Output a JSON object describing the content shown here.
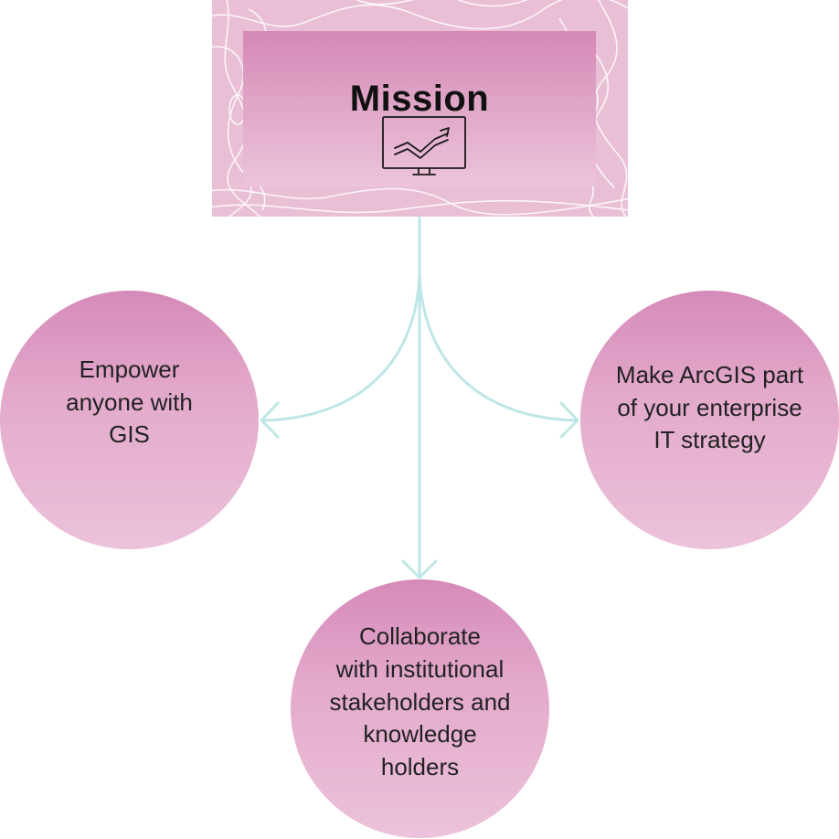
{
  "mission": {
    "title": "Mission",
    "icon": "monitor-trend-icon"
  },
  "goals": [
    {
      "id": "left",
      "label": "Empower\nanyone with\nGIS"
    },
    {
      "id": "right",
      "label": "Make ArcGIS part\nof your enterprise\nIT strategy"
    },
    {
      "id": "bottom",
      "label": "Collaborate\nwith institutional\nstakeholders and\nknowledge\nholders"
    }
  ],
  "colors": {
    "panel": "#e9bfd6",
    "title_top": "#d588b5",
    "title_bottom": "#ecc4db",
    "connector": "#bfe6e6",
    "text": "#222222"
  }
}
